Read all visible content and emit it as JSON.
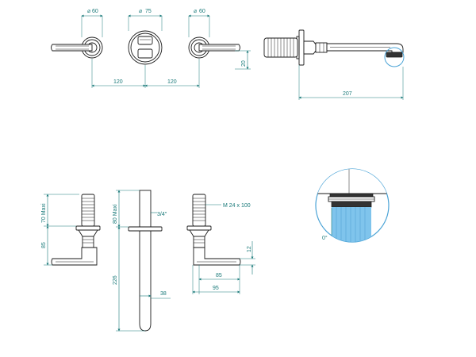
{
  "colors": {
    "dimension": "#1a7a7a",
    "outline": "#1a1a1a",
    "detail_circle": "#4aa3d6",
    "water_jet": "#7fc4ec"
  },
  "top_view": {
    "handle_left_diameter": "60",
    "body_center_diameter": "75",
    "handle_right_diameter": "60",
    "spacing_left": "120",
    "spacing_right": "120",
    "spout_height": "20",
    "spout_projection": "207"
  },
  "side_view": {
    "handle_max_height": "70 Maxi",
    "handle_lower": "85",
    "body_max_height": "80 Maxi",
    "body_length": "226",
    "body_width": "38",
    "thread_size": "3/4\"",
    "thread_spec": "M 24 x 100",
    "lever_thickness": "12",
    "lever_length_inner": "85",
    "lever_length_outer": "95"
  },
  "detail": {
    "angle_label": "0°"
  }
}
